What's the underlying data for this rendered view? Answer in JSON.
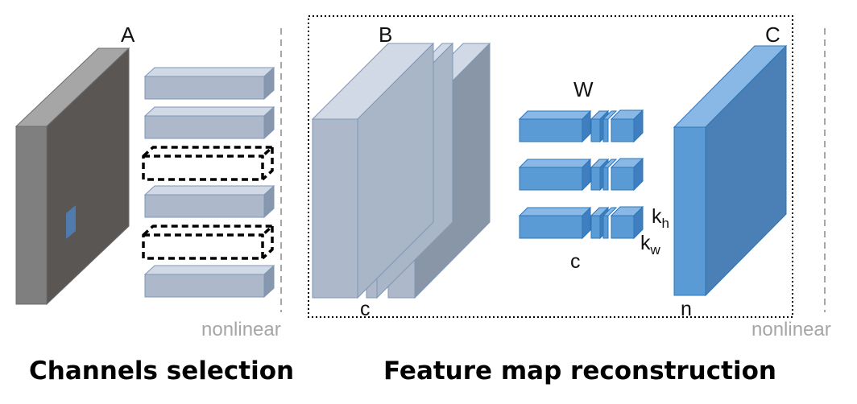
{
  "labels": {
    "tensor_a": "A",
    "tensor_b": "B",
    "tensor_c": "C",
    "weights": "W",
    "channels_c_bottom": "c",
    "channels_c_weights": "c",
    "kernel_h_base": "k",
    "kernel_h_sub": "h",
    "kernel_w_base": "k",
    "kernel_w_sub": "w",
    "filters_n": "n",
    "nonlinear_left": "nonlinear",
    "nonlinear_right": "nonlinear"
  },
  "captions": {
    "channels_selection": "Channels selection",
    "feature_map_reconstruction": "Feature map reconstruction"
  },
  "colors": {
    "tensor_a_front": "#7f7f7f",
    "tensor_a_side": "#5a5653",
    "tensor_a_top": "#a6a6a6",
    "channel_front": "#adb9ca",
    "channel_top": "#d0d9e5",
    "channel_side": "#8797ad",
    "weight_front": "#5b9bd5",
    "weight_top": "#8ab8e6",
    "weight_side": "#3f7fc0",
    "tensor_c_side": "#4a80b5",
    "highlight_patch": "#4f81bd",
    "dashed_gray": "#a6a6a6"
  }
}
